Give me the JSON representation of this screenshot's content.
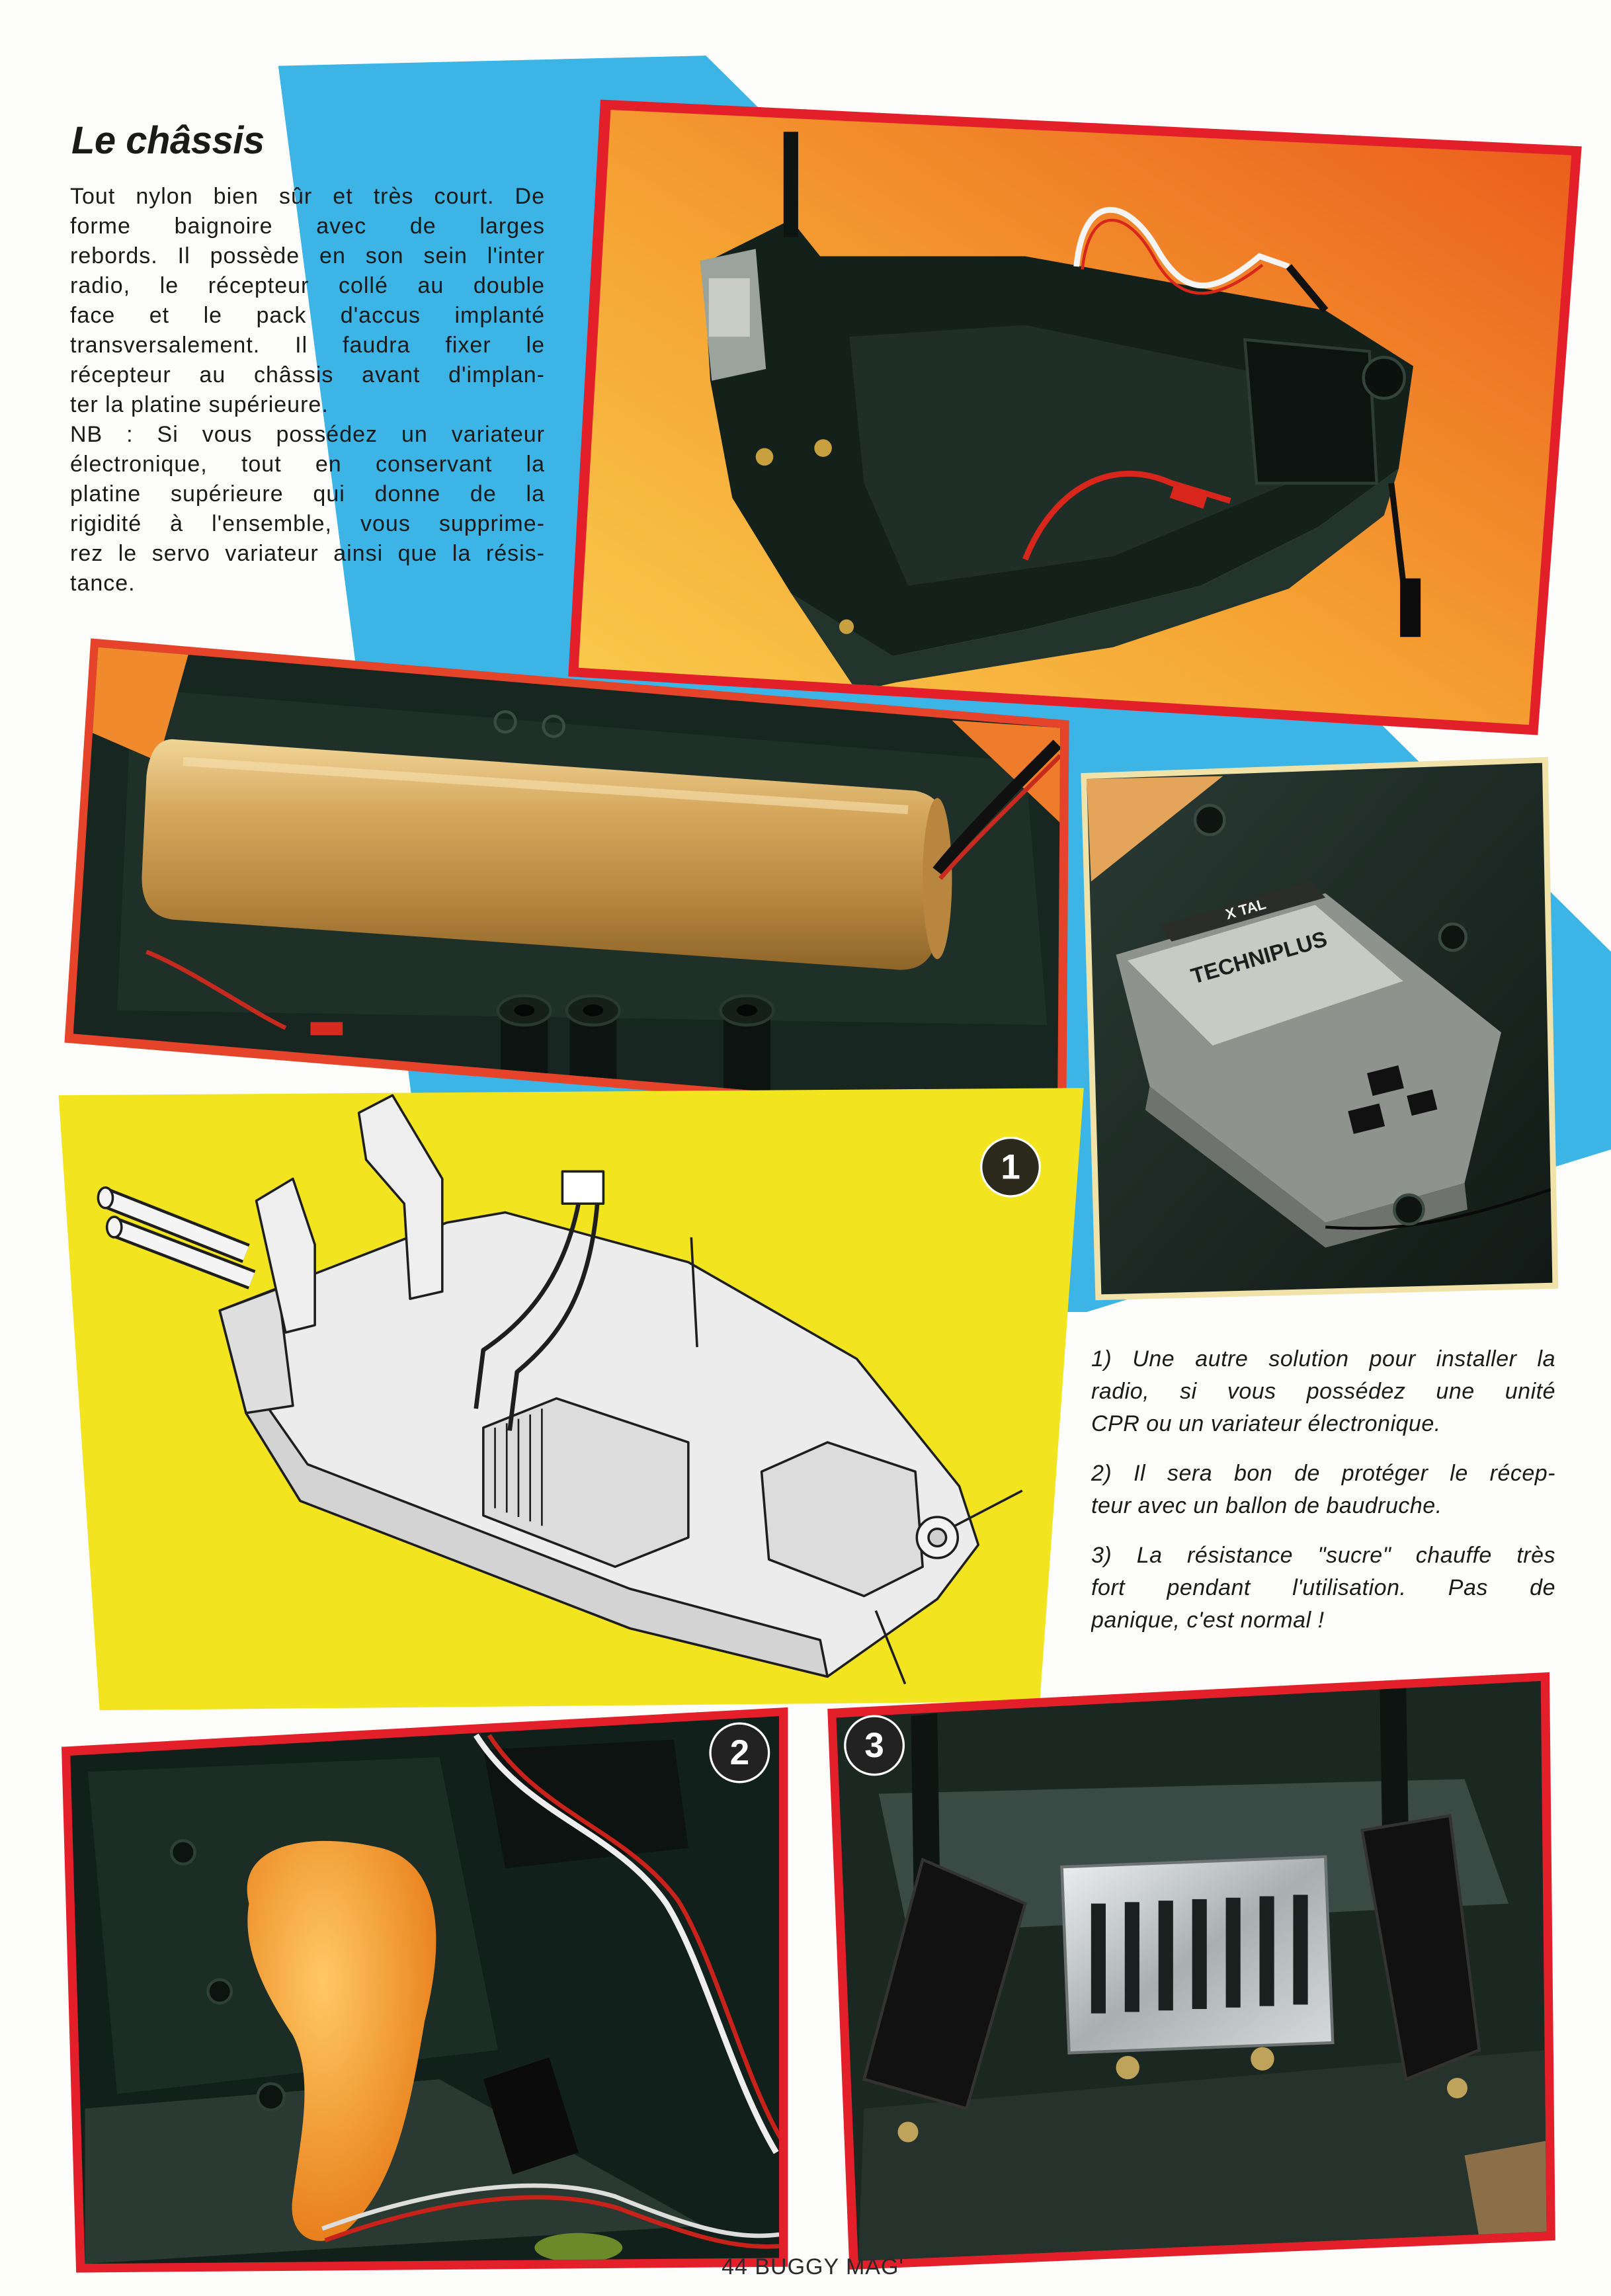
{
  "article": {
    "title": "Le châssis",
    "paragraphs": [
      {
        "lines": [
          "Tout nylon bien sûr et très court. De",
          "forme baignoire avec de larges",
          "rebords. Il possède en son sein l'inter",
          "radio, le récepteur collé au double",
          "face et le pack d'accus implanté",
          "transversalement. Il faudra fixer le",
          "récepteur au châssis avant d'implan-",
          "ter la platine supérieure."
        ]
      },
      {
        "lines": [
          "NB : Si vous possédez un variateur",
          "électronique, tout en conservant la",
          "platine supérieure qui donne de la",
          "rigidité à l'ensemble, vous supprime-",
          "rez le servo variateur ainsi que la résis-",
          "tance."
        ]
      }
    ]
  },
  "captions": [
    {
      "lines": [
        "1) Une autre solution pour installer la",
        "radio, si vous possédez une unité",
        "CPR ou un variateur électronique."
      ]
    },
    {
      "lines": [
        "2) Il sera bon de protéger le récep-",
        "teur avec un ballon de baudruche."
      ]
    },
    {
      "lines": [
        "3) La résistance \"sucre\" chauffe très",
        "fort pendant l'utilisation. Pas de",
        "panique, c'est normal !"
      ]
    }
  ],
  "figures": {
    "badges": [
      "1",
      "2",
      "3"
    ],
    "receiver_lettering": {
      "crystal": "X TAL",
      "brand": "TECHNIPLUS"
    }
  },
  "footer": {
    "folio": "44 BUGGY MAG'"
  },
  "colors": {
    "band_blue": "#3db4e6",
    "frame_red": "#e31f2a",
    "diagram_yellow": "#f2e51f",
    "text": "#1a1a1a"
  }
}
